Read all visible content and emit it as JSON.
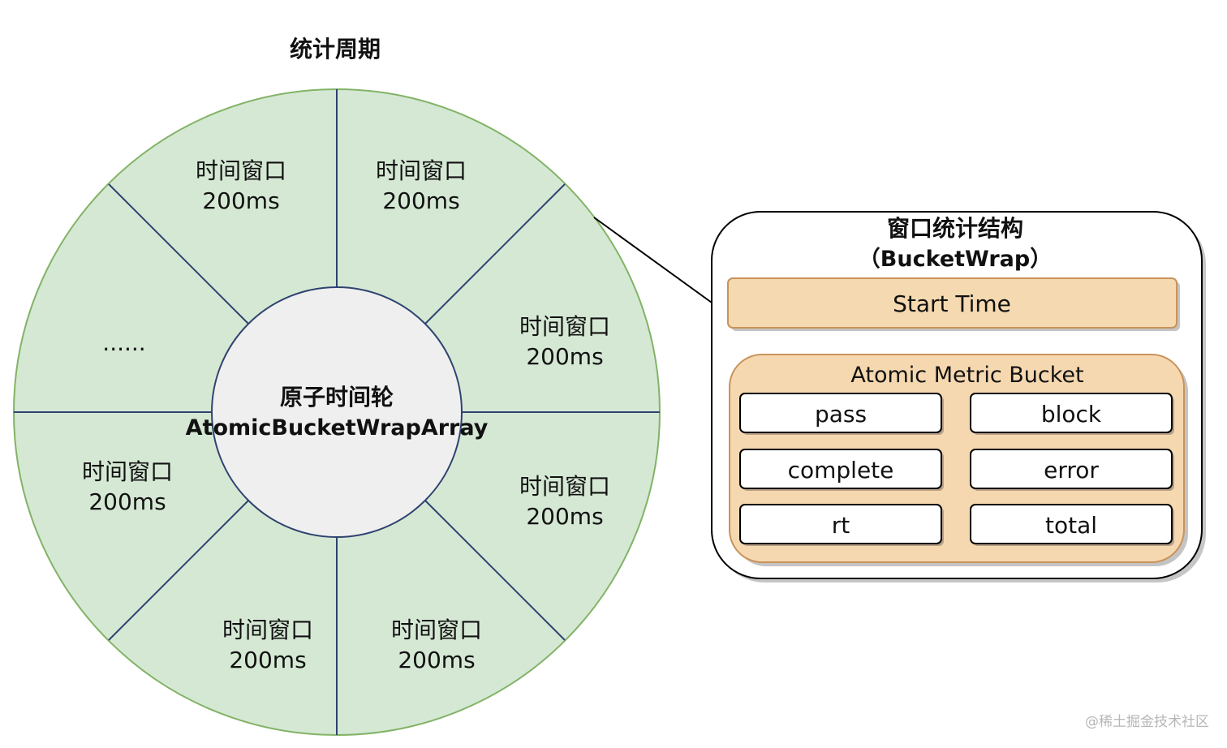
{
  "title": "统计周期",
  "wheel": {
    "center_label_line1": "原子时间轮",
    "center_label_line2": "AtomicBucketWrapArray",
    "segments": [
      {
        "label": "时间窗口",
        "duration": "200ms"
      },
      {
        "label": "时间窗口",
        "duration": "200ms"
      },
      {
        "label": "时间窗口",
        "duration": "200ms"
      },
      {
        "label": "时间窗口",
        "duration": "200ms"
      },
      {
        "label": "时间窗口",
        "duration": "200ms"
      },
      {
        "label": "时间窗口",
        "duration": "200ms"
      },
      {
        "label": "时间窗口",
        "duration": "200ms"
      },
      {
        "label": "......",
        "duration": ""
      }
    ]
  },
  "bucket_wrap": {
    "title_line1": "窗口统计结构",
    "title_line2": "（BucketWrap）",
    "start_time_label": "Start Time",
    "metric_bucket": {
      "title": "Atomic Metric Bucket",
      "fields": [
        "pass",
        "block",
        "complete",
        "error",
        "rt",
        "total"
      ]
    }
  },
  "watermark": "@稀土掘金技术社区",
  "colors": {
    "segment_fill": "#d5e8d4",
    "segment_stroke": "#82b366",
    "divider": "#2f4370",
    "center_fill": "#efefef",
    "start_time_fill": "#f5d9b0",
    "start_time_stroke": "#c8935a",
    "bucket_fill": "#f6d8b0",
    "bucket_stroke": "#c8935a",
    "field_fill": "#ffffff",
    "text": "#111111"
  }
}
